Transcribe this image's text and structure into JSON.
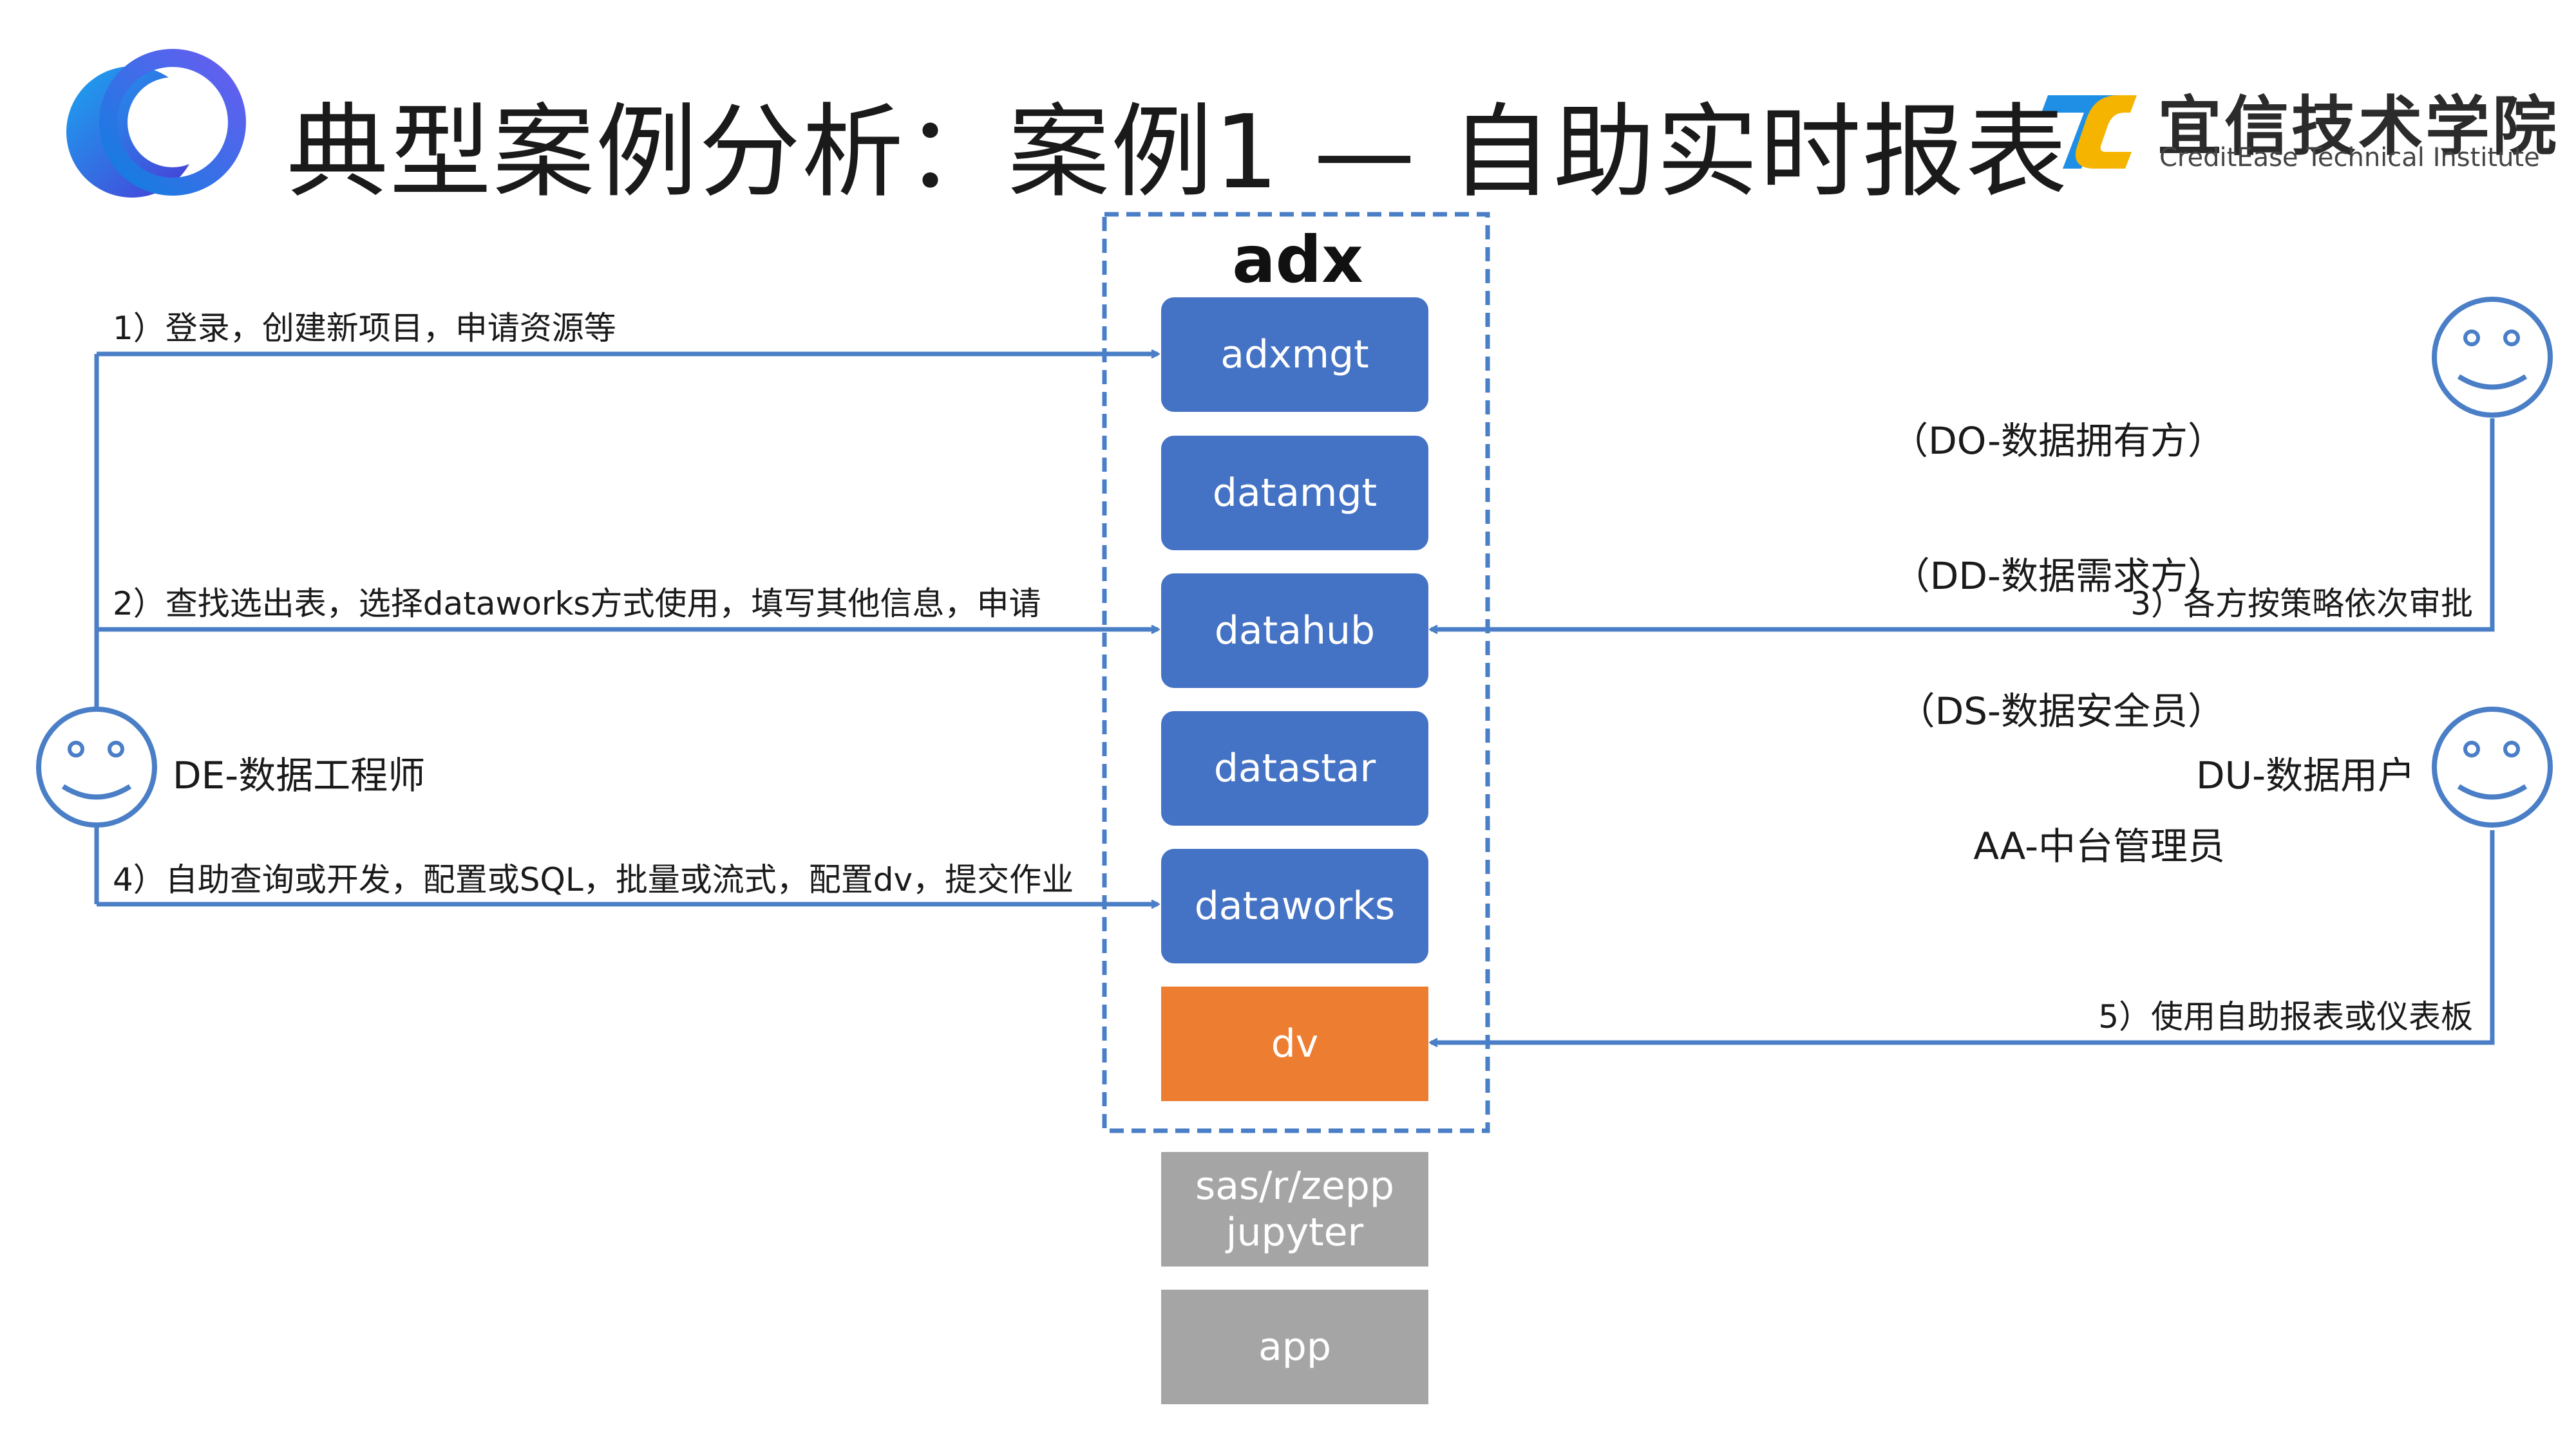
{
  "title": "典型案例分析：案例1 — 自助实时报表",
  "brand": {
    "name_cn": "宜信技术学院",
    "name_en": "CreditEase Technical Institute",
    "logo_color_blue": "#1f8fe5",
    "logo_color_yellow": "#f5b400"
  },
  "adx": {
    "title": "adx",
    "modules": [
      "adxmgt",
      "datamgt",
      "datahub",
      "datastar",
      "dataworks",
      "dv"
    ]
  },
  "external": {
    "tools": "sas/r/zepp\njupyter",
    "app": "app"
  },
  "actors": {
    "de": "DE-数据工程师",
    "du": "DU-数据用户",
    "approvers": [
      "（DO-数据拥有方）",
      "（DD-数据需求方）",
      "（DS-数据安全员）",
      "AA-中台管理员"
    ]
  },
  "steps": {
    "s1": "1）登录，创建新项目，申请资源等",
    "s2": "2）查找选出表，选择dataworks方式使用，填写其他信息，申请",
    "s3": "3）各方按策略依次审批",
    "s4": "4）自助查询或开发，配置或SQL，批量或流式，配置dv，提交作业",
    "s5": "5）使用自助报表或仪表板"
  },
  "colors": {
    "module_blue": "#4472c4",
    "module_orange": "#ed7d31",
    "module_gray": "#a5a5a5",
    "line_blue": "#4a7ec6",
    "logo_gradient_start": "#1aa6f0",
    "logo_gradient_end": "#4b39d6"
  }
}
